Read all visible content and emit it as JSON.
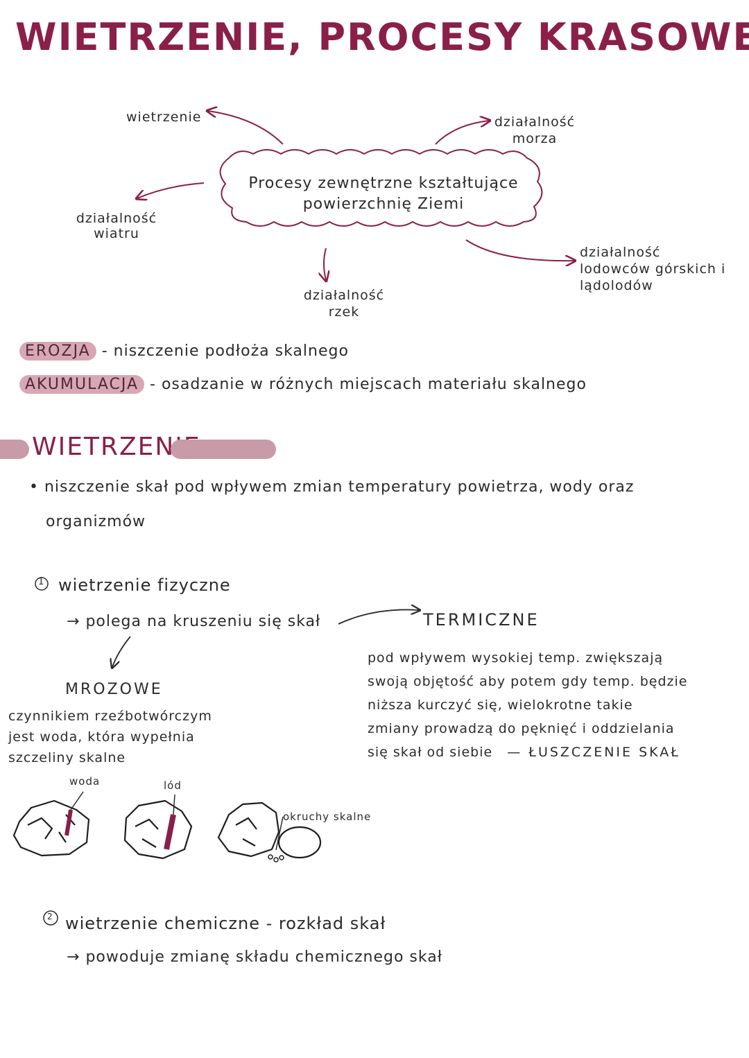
{
  "title": "WIETRZENIE, PROCESY KRASOWE",
  "diagram": {
    "center": "Procesy zewnętrzne kształtujące powierzchnię Ziemi",
    "nodes": {
      "top_left": "wietrzenie",
      "top_right": "działalność morza",
      "left": "działalność wiatru",
      "bottom": "działalność rzek",
      "right": "działalność lodowców górskich i lądolodów"
    }
  },
  "definitions": [
    {
      "term": "EROZJA",
      "text": "- niszczenie podłoża skalnego"
    },
    {
      "term": "AKUMULACJA",
      "text": "- osadzanie w różnych miejscach materiału skalnego"
    }
  ],
  "section": {
    "title": "WIETRZENIE",
    "bullet_line1": "niszczenie skał pod wpływem zmian temperatury powietrza, wody oraz",
    "bullet_line2": "organizmów"
  },
  "physical": {
    "number": "1",
    "heading": "wietrzenie fizyczne",
    "desc": "polega na kruszeniu się skał",
    "frost": {
      "title": "MROZOWE",
      "line1": "czynnikiem rzeźbotwórczym",
      "line2": "jest woda, która wypełnia",
      "line3": "szczeliny skalne"
    },
    "thermal": {
      "title": "TERMICZNE",
      "line1": "pod wpływem wysokiej temp. zwiększają",
      "line2": "swoją objętość aby potem gdy temp. będzie",
      "line3": "niższa kurczyć się, wielokrotne takie",
      "line4": "zmiany prowadzą do pęknięć i oddzielania",
      "line5": "się skał od siebie",
      "term": "— ŁUSZCZENIE SKAŁ"
    },
    "illustration_labels": {
      "water": "woda",
      "ice": "lód",
      "fragments": "okruchy skalne"
    }
  },
  "chemical": {
    "number": "2",
    "heading": "wietrzenie chemiczne - rozkład skał",
    "desc": "powoduje zmianę składu chemicznego skał"
  },
  "colors": {
    "accent": "#8a1f48",
    "highlight": "#d9a6b5",
    "ink": "#2b2b2b"
  }
}
